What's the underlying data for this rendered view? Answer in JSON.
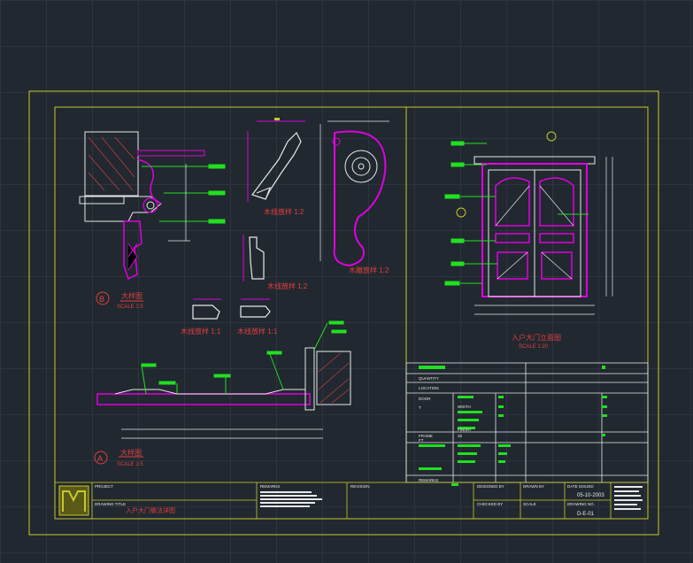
{
  "drawing": {
    "title_block": {
      "project_label": "PROJECT",
      "drawing_title_label": "DRAWING TITLE",
      "drawing_title": "入户大门做法详图",
      "remarks_label": "REMARKS",
      "revision_label": "REVISION",
      "designed_by_label": "DESIGNED BY",
      "checked_by_label": "CHECKED BY",
      "drawn_by_label": "DRAWN BY",
      "scale_label": "SCALE",
      "date_label": "DATE ISSUED",
      "date_value": "05-10-2003",
      "drawing_no_label": "DRAWING NO.",
      "drawing_no_value": "D-E-01"
    },
    "schedule": {
      "quantity_label": "QUANTITY",
      "location_label": "LOCATION",
      "door_label": "DOOR",
      "door_type": "T",
      "width_label": "WIDTH",
      "finish_label": "FINISH",
      "frame_label": "FRAME",
      "frame_type": "FT",
      "frame_value": "25",
      "remarks_label": "REMARKS"
    },
    "views": {
      "detail_b": {
        "marker": "B",
        "title": "大样图",
        "scale": "SCALE 1:5"
      },
      "detail_a": {
        "marker": "A",
        "title": "大样图",
        "scale": "SCALE 1:5"
      },
      "molding_1": "木线放样 1:2",
      "molding_2": "木线放样 1:2",
      "carving": "木雕放样 1:2",
      "molding_3": "木线放样 1:1",
      "molding_4": "木线放样 1:1",
      "elevation": {
        "title": "入户大门立面图",
        "scale": "SCALE 1:20"
      }
    },
    "colors": {
      "background": "#212830",
      "frame": "#c8c828",
      "line_white": "#e8e8e8",
      "magenta": "#e000e0",
      "green": "#20e020",
      "red": "#e04040"
    }
  }
}
